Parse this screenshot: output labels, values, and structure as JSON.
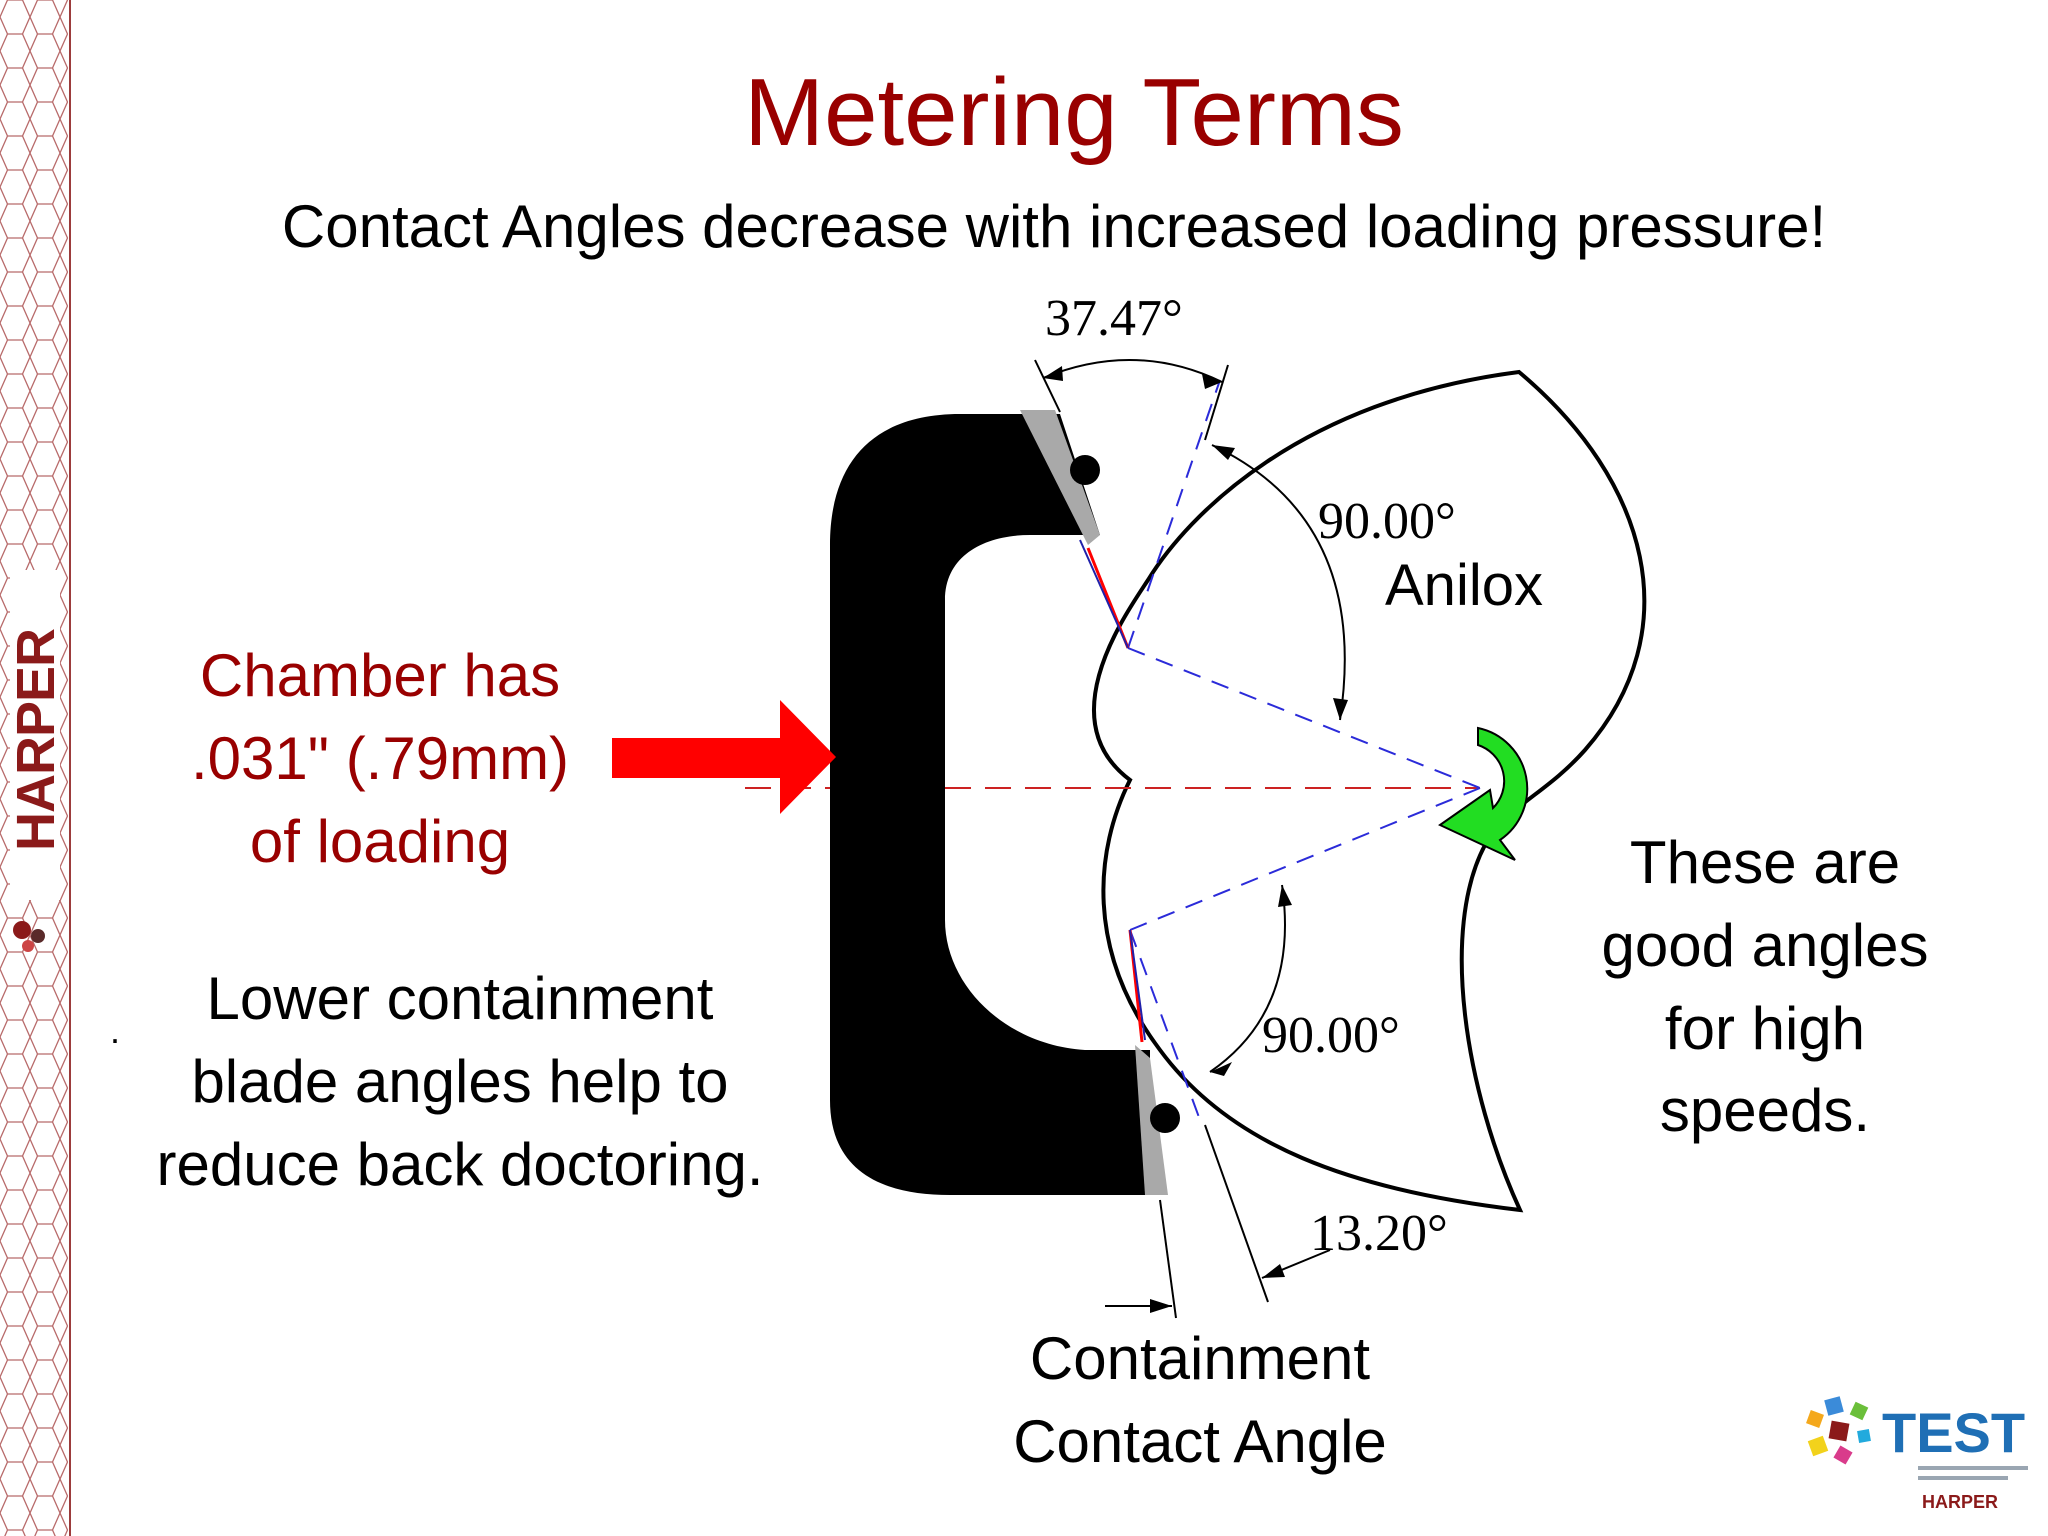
{
  "slide": {
    "title": "Metering Terms",
    "subtitle": "Contact Angles decrease with increased loading pressure!"
  },
  "diagram": {
    "angle_top": "37.47°",
    "angle_upper_right": "90.00°",
    "angle_lower_right": "90.00°",
    "angle_bottom": "13.20°",
    "anilox_label": "Anilox"
  },
  "notes": {
    "chamber": [
      "Chamber has",
      ".031\" (.79mm)",
      "of loading"
    ],
    "bullet": ".",
    "lower_containment": [
      "Lower containment",
      "blade angles help to",
      "reduce back doctoring."
    ],
    "good_angles": [
      "These are",
      "good angles",
      "for high",
      "speeds."
    ],
    "containment_angle": [
      "Containment",
      "Contact Angle"
    ]
  },
  "branding": {
    "side_logo": "HARPER",
    "corner_logo": "TEST",
    "corner_logo_sub": "HARPER"
  },
  "colors": {
    "title": "#990000",
    "arrow": "#ff0000",
    "rotation_arrow": "#22dd22",
    "dash_blue": "#2b2bd9",
    "dash_red": "#cc2222",
    "blade_gray": "#a9a9a9"
  }
}
